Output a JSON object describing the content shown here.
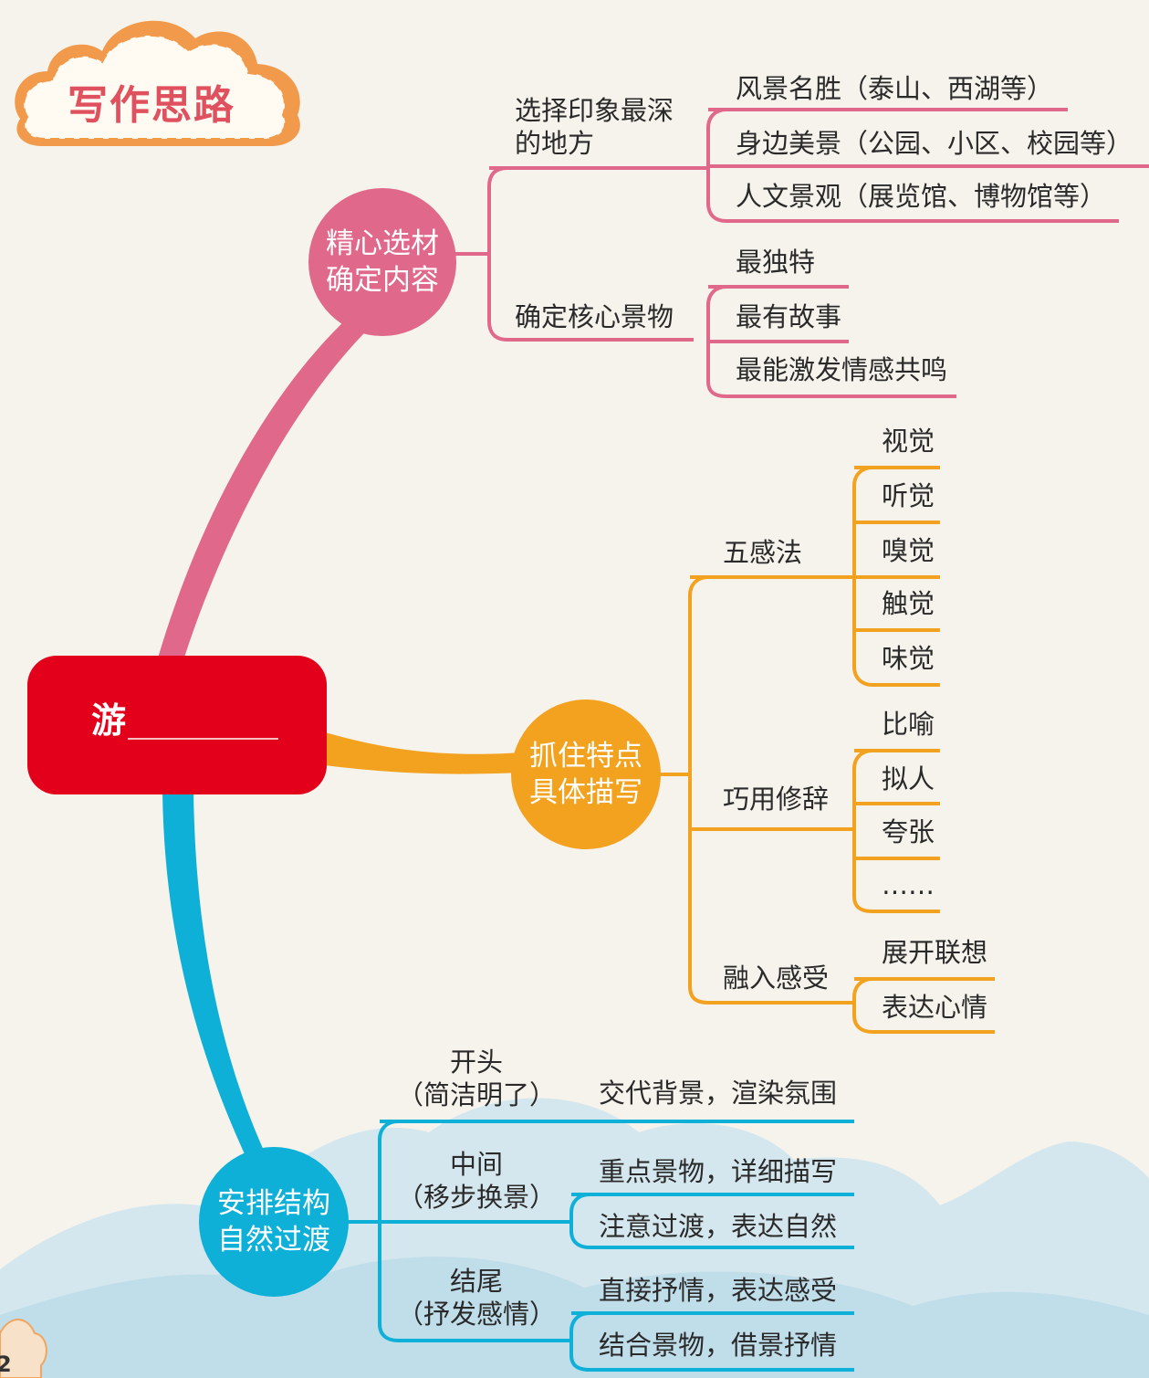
{
  "title": "写作思路",
  "page_number": "2",
  "colors": {
    "pink": "#e0688a",
    "orange": "#f2a21e",
    "blue": "#0fb0d8",
    "root": "#e3001b",
    "title": "#e0515f"
  },
  "root": {
    "label": "游"
  },
  "branches": {
    "b1": {
      "label_line1": "精心选材",
      "label_line2": "确定内容",
      "sub1": {
        "line1": "选择印象最深",
        "line2": "的地方",
        "items": [
          "风景名胜（泰山、西湖等）",
          "身边美景（公园、小区、校园等）",
          "人文景观（展览馆、博物馆等）"
        ]
      },
      "sub2": {
        "label": "确定核心景物",
        "items": [
          "最独特",
          "最有故事",
          "最能激发情感共鸣"
        ]
      }
    },
    "b2": {
      "label_line1": "抓住特点",
      "label_line2": "具体描写",
      "sub1": {
        "label": "五感法",
        "items": [
          "视觉",
          "听觉",
          "嗅觉",
          "触觉",
          "味觉"
        ]
      },
      "sub2": {
        "label": "巧用修辞",
        "items": [
          "比喻",
          "拟人",
          "夸张",
          "……"
        ]
      },
      "sub3": {
        "label": "融入感受",
        "items": [
          "展开联想",
          "表达心情"
        ]
      }
    },
    "b3": {
      "label_line1": "安排结构",
      "label_line2": "自然过渡",
      "sub1": {
        "line1": "开头",
        "line2": "（简洁明了）",
        "items": [
          "交代背景，渲染氛围"
        ]
      },
      "sub2": {
        "line1": "中间",
        "line2": "（移步换景）",
        "items": [
          "重点景物，详细描写",
          "注意过渡，表达自然"
        ]
      },
      "sub3": {
        "line1": "结尾",
        "line2": "（抒发感情）",
        "items": [
          "直接抒情，表达感受",
          "结合景物，借景抒情"
        ]
      }
    }
  }
}
